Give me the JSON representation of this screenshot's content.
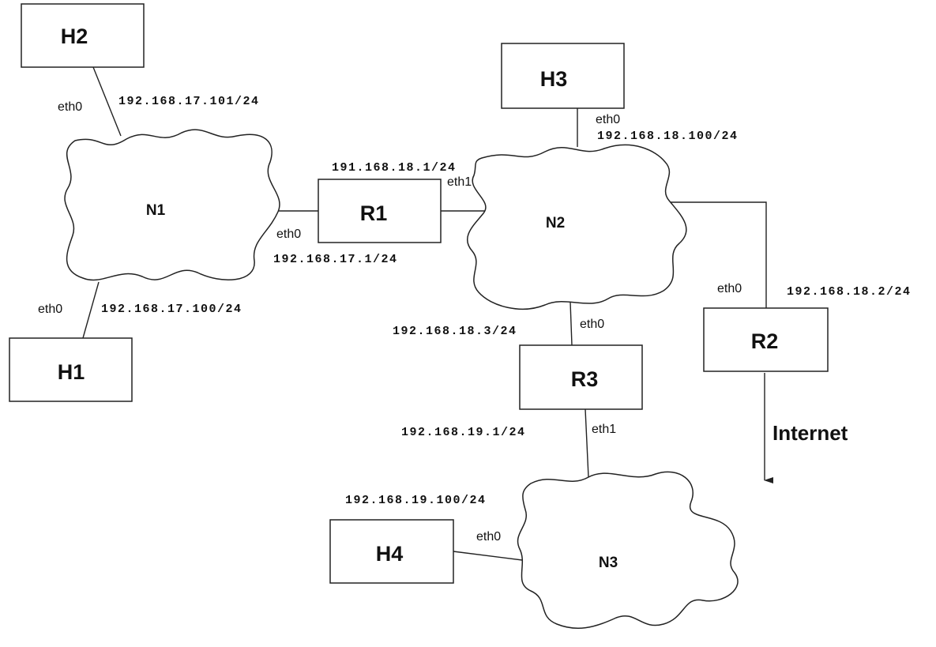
{
  "hosts": {
    "h1": "H1",
    "h2": "H2",
    "h3": "H3",
    "h4": "H4"
  },
  "routers": {
    "r1": "R1",
    "r2": "R2",
    "r3": "R3"
  },
  "networks": {
    "n1": "N1",
    "n2": "N2",
    "n3": "N3"
  },
  "interfaces": {
    "h2_eth0": "eth0",
    "h1_eth0": "eth0",
    "r1_eth0": "eth0",
    "r1_eth1": "eth1",
    "h3_eth0": "eth0",
    "r2_eth0": "eth0",
    "r3_eth0": "eth0",
    "r3_eth1": "eth1",
    "h4_eth0": "eth0"
  },
  "addresses": {
    "h2": "192.168.17.101/24",
    "h1": "192.168.17.100/24",
    "r1_eth0": "192.168.17.1/24",
    "r1_eth1": "191.168.18.1/24",
    "h3": "192.168.18.100/24",
    "r2": "192.168.18.2/24",
    "r3_eth0": "192.168.18.3/24",
    "r3_eth1": "192.168.19.1/24",
    "h4": "192.168.19.100/24"
  },
  "internet_label": "Internet"
}
